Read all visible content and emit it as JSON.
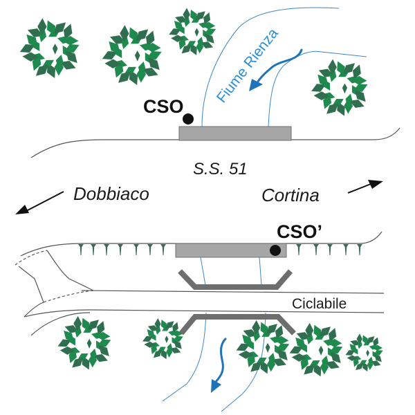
{
  "diagram": {
    "labels": {
      "river": "Fiume Rienza",
      "road": "S.S. 51",
      "west_destination": "Dobbiaco",
      "east_destination": "Cortina",
      "cso_upper": "CSO",
      "cso_lower": "CSO’",
      "cycle_path": "Ciclabile"
    },
    "icons": {
      "tree": "tree-canopy-icon",
      "flow": "river-flow-arrow-icon",
      "direction": "direction-arrow-icon",
      "cso_point": "cso-point-icon"
    },
    "colors": {
      "river": "#2a8fd6",
      "tree": "#2f6e4f",
      "bridge": "#a6a6a6",
      "culvert": "#6e6e6e",
      "road_edge": "#555555"
    }
  }
}
